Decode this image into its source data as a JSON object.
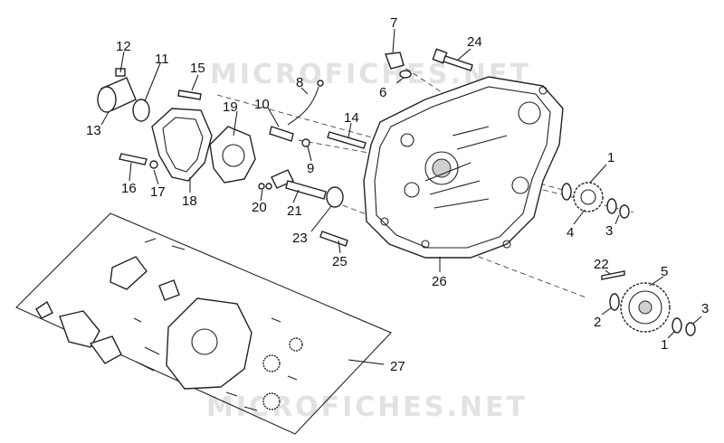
{
  "watermark": {
    "text": "MICROFICHES.NET"
  },
  "callouts": [
    {
      "id": "c1a",
      "text": "1"
    },
    {
      "id": "c1b",
      "text": "1"
    },
    {
      "id": "c2a",
      "text": "2"
    },
    {
      "id": "c3a",
      "text": "3"
    },
    {
      "id": "c3b",
      "text": "3"
    },
    {
      "id": "c4",
      "text": "4"
    },
    {
      "id": "c5",
      "text": "5"
    },
    {
      "id": "c6",
      "text": "6"
    },
    {
      "id": "c7",
      "text": "7"
    },
    {
      "id": "c8",
      "text": "8"
    },
    {
      "id": "c9",
      "text": "9"
    },
    {
      "id": "c10",
      "text": "10"
    },
    {
      "id": "c11",
      "text": "11"
    },
    {
      "id": "c12",
      "text": "12"
    },
    {
      "id": "c13",
      "text": "13"
    },
    {
      "id": "c14",
      "text": "14"
    },
    {
      "id": "c15",
      "text": "15"
    },
    {
      "id": "c16",
      "text": "16"
    },
    {
      "id": "c17",
      "text": "17"
    },
    {
      "id": "c18",
      "text": "18"
    },
    {
      "id": "c19",
      "text": "19"
    },
    {
      "id": "c20",
      "text": "20"
    },
    {
      "id": "c21",
      "text": "21"
    },
    {
      "id": "c22",
      "text": "22"
    },
    {
      "id": "c23",
      "text": "23"
    },
    {
      "id": "c24",
      "text": "24"
    },
    {
      "id": "c25",
      "text": "25"
    },
    {
      "id": "c26",
      "text": "26"
    },
    {
      "id": "c27",
      "text": "27"
    }
  ]
}
